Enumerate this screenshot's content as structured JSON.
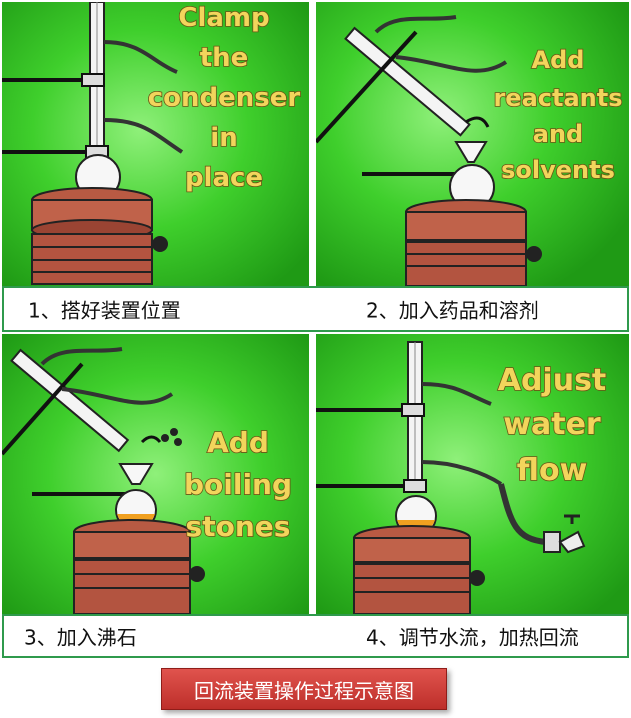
{
  "panels": [
    {
      "id": 1,
      "overlay_lines": [
        "Clamp",
        "the",
        "condenser",
        "in",
        "place"
      ]
    },
    {
      "id": 2,
      "overlay_lines": [
        "Add",
        "reactants",
        "and",
        "solvents"
      ]
    },
    {
      "id": 3,
      "overlay_lines": [
        "Add",
        "boiling",
        "stones"
      ]
    },
    {
      "id": 4,
      "overlay_lines": [
        "Adjust",
        "water",
        "flow"
      ]
    }
  ],
  "captions": {
    "step1": "1、搭好装置位置",
    "step2": "2、加入药品和溶剂",
    "step3": "3、加入沸石",
    "step4": "4、调节水流，加热回流"
  },
  "title": "回流装置操作过程示意图",
  "colors": {
    "screen_green": "#3fcf2c",
    "overlay_text": "#f2d55c",
    "hotplate": "#c0624a",
    "caption_border": "#2f9a4c",
    "title_bg": "#d6433e"
  }
}
